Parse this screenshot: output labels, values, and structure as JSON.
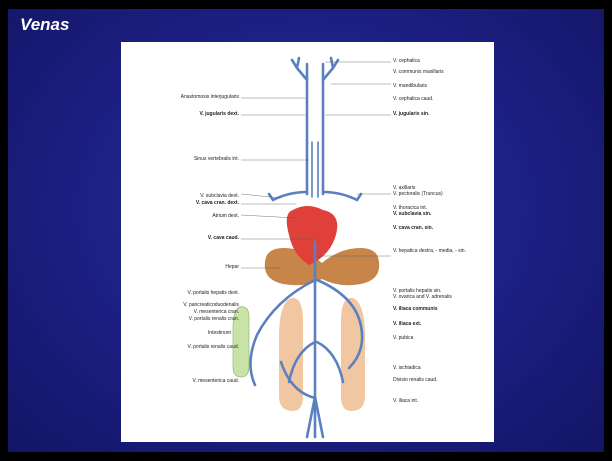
{
  "slide": {
    "title": "Venas"
  },
  "labels_left": [
    {
      "text": "Anastomosis interjugularis",
      "bold": false
    },
    {
      "text": "V. jugularis dext.",
      "bold": true
    },
    {
      "text": "Sinus vertebralis int.",
      "bold": false
    },
    {
      "text": "V. subclavia dext.",
      "bold": false
    },
    {
      "text": "V. cava cran. dext.",
      "bold": true
    },
    {
      "text": "Atrium dext.",
      "bold": false
    },
    {
      "text": "V. cava caud.",
      "bold": true
    },
    {
      "text": "Hepar",
      "bold": false
    },
    {
      "text": "V. portalis hepatis dext.",
      "bold": false
    },
    {
      "text": "V. pancreaticoduodenalis",
      "bold": false
    },
    {
      "text": "V. mesenterica cran.",
      "bold": false
    },
    {
      "text": "V. portalis renalis cran.",
      "bold": false
    },
    {
      "text": "Intestinum",
      "bold": false
    },
    {
      "text": "V. portalis renalis caud.",
      "bold": false
    },
    {
      "text": "V. mesenterica caud.",
      "bold": false
    }
  ],
  "labels_right": [
    {
      "text": "V. cephalica",
      "bold": false
    },
    {
      "text": "V. communis maxillaris",
      "bold": false
    },
    {
      "text": "V. mandibularis",
      "bold": false
    },
    {
      "text": "V. cephalica caud.",
      "bold": false
    },
    {
      "text": "V. jugularis sin.",
      "bold": true
    },
    {
      "text": "V. axillaris",
      "bold": false
    },
    {
      "text": "V. pectoralis (Truncus)",
      "bold": false
    },
    {
      "text": "V. thoracica int.",
      "bold": false
    },
    {
      "text": "V. subclavia sin.",
      "bold": true
    },
    {
      "text": "V. cava cran. sin.",
      "bold": true
    },
    {
      "text": "V. hepatica dextra, - media, - sin.",
      "bold": false
    },
    {
      "text": "V. portalis hepatis sin.",
      "bold": false
    },
    {
      "text": "V. ovarica and V. adrenalis",
      "bold": false
    },
    {
      "text": "V. iliaca communis",
      "bold": true
    },
    {
      "text": "V. iliaca ext.",
      "bold": true
    },
    {
      "text": "V. pubica",
      "bold": false
    },
    {
      "text": "V. ischiadica",
      "bold": false
    },
    {
      "text": "Divisio renalis caud.",
      "bold": false
    },
    {
      "text": "V. iliaca int.",
      "bold": false
    }
  ],
  "colors": {
    "vein": "#5b80c0",
    "heart": "#e0403a",
    "liver": "#c8854a",
    "kidney": "#f1c7a2",
    "intestine": "#c9e3a6"
  }
}
